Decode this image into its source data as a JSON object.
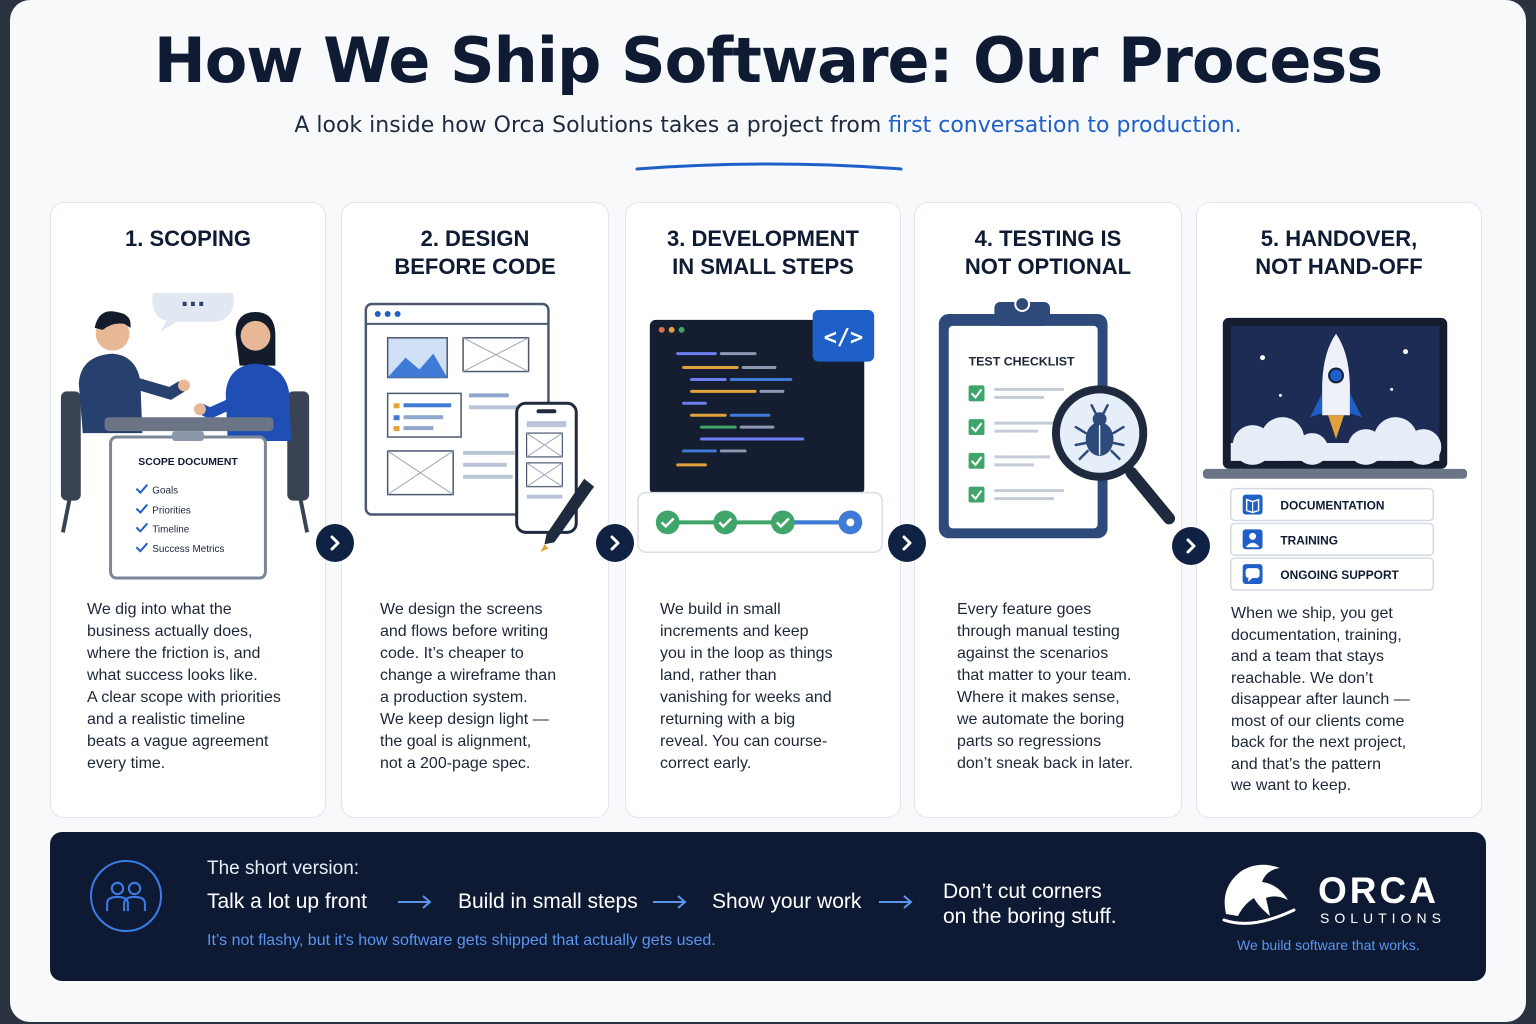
{
  "title": "How We Ship Software: Our Process",
  "subtitle": {
    "lead": "A look inside how Orca Solutions takes a project from",
    "highlight": "first conversation to production."
  },
  "colors": {
    "navy": "#0f2244",
    "accent_blue": "#1f5fc8",
    "check_green": "#2e9e63",
    "footer_bg": "#0e1a33"
  },
  "steps": [
    {
      "title_lines": [
        "1. SCOPING"
      ],
      "illustration": {
        "doc_title": "SCOPE DOCUMENT",
        "checklist": [
          "Goals",
          "Priorities",
          "Timeline",
          "Success Metrics"
        ],
        "bubble": "..."
      },
      "text_lines": [
        "We dig into what the",
        "business actually does,",
        "where the friction is, and",
        "what success looks like.",
        "A clear scope with priorities",
        "and a realistic timeline",
        "beats a vague agreement",
        "every time."
      ]
    },
    {
      "title_lines": [
        "2. DESIGN",
        "BEFORE CODE"
      ],
      "text_lines": [
        "We design the screens",
        "and flows before writing",
        "code. It’s cheaper to",
        "change a wireframe than",
        "a production system.",
        "We keep design light —",
        "the goal is alignment,",
        "not a 200-page spec."
      ]
    },
    {
      "title_lines": [
        "3. DEVELOPMENT",
        "IN SMALL STEPS"
      ],
      "illustration": {
        "code_badge": "</>"
      },
      "text_lines": [
        "We build in small",
        "increments and keep",
        "you in the loop as things",
        "land, rather than",
        "vanishing for weeks and",
        "returning with a big",
        "reveal. You can course-",
        "correct early."
      ]
    },
    {
      "title_lines": [
        "4. TESTING IS",
        "NOT OPTIONAL"
      ],
      "illustration": {
        "clipboard_title": "TEST CHECKLIST"
      },
      "text_lines": [
        "Every feature goes",
        "through manual testing",
        "against the scenarios",
        "that matter to your team.",
        "Where it makes sense,",
        "we automate the boring",
        "parts so regressions",
        "don’t sneak back in later."
      ]
    },
    {
      "title_lines": [
        "5. HANDOVER,",
        "NOT HAND-OFF"
      ],
      "illustration": {
        "deliverables": [
          {
            "icon": "book-icon",
            "label": "DOCUMENTATION"
          },
          {
            "icon": "user-icon",
            "label": "TRAINING"
          },
          {
            "icon": "chat-icon",
            "label": "ONGOING SUPPORT"
          }
        ]
      },
      "text_lines": [
        "When we ship, you get",
        "documentation, training,",
        "and a team that stays",
        "reachable. We don’t",
        "disappear after launch —",
        "most of our clients come",
        "back for the next project,",
        "and that’s the pattern",
        "we want to keep."
      ]
    }
  ],
  "footer": {
    "label": "The short version:",
    "steps": [
      "Talk a lot up front",
      "Build in small steps",
      "Show your work"
    ],
    "final_step_lines": [
      "Don’t cut corners",
      "on the boring stuff."
    ],
    "note": "It’s not flashy, but it’s how software gets shipped that actually gets used.",
    "brand": {
      "name": "ORCA",
      "sub": "SOLUTIONS",
      "tagline": "We build software that works."
    }
  }
}
